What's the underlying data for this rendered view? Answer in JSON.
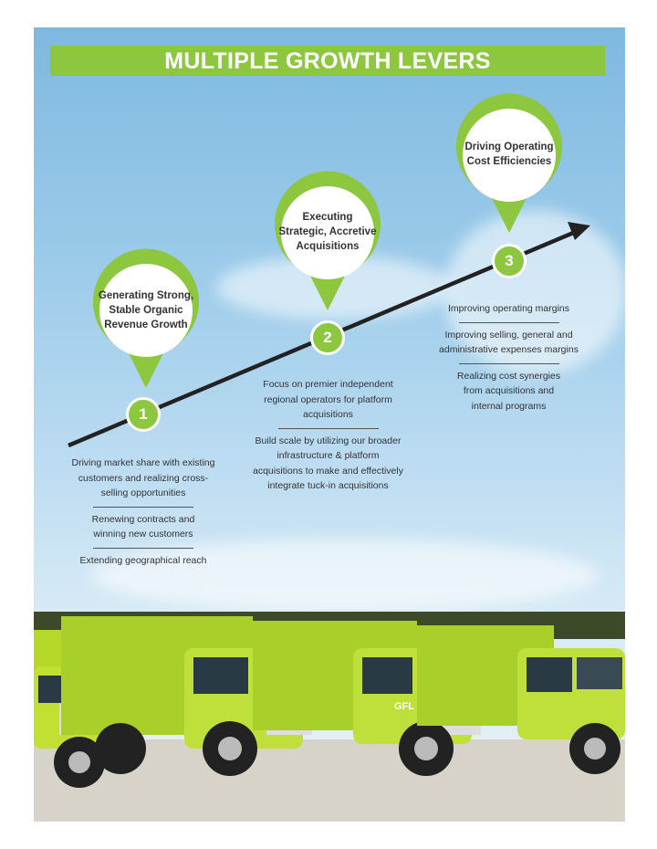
{
  "title": "MULTIPLE GROWTH LEVERS",
  "colors": {
    "accent": "#8dc63f",
    "arrow": "#222222"
  },
  "levers": [
    {
      "number": "1",
      "heading": [
        "Generating Strong,",
        "Stable Organic",
        "Revenue Growth"
      ],
      "points": [
        "Driving market share with existing customers and realizing cross-selling opportunities",
        "Renewing contracts and winning new customers",
        "Extending geographical reach"
      ]
    },
    {
      "number": "2",
      "heading": [
        "Executing",
        "Strategic, Accretive",
        "Acquisitions"
      ],
      "points": [
        "Focus on premier independent regional operators for platform acquisitions",
        "Build scale by utilizing our broader infrastructure & platform acquisitions to make and effectively integrate tuck-in acquisitions"
      ]
    },
    {
      "number": "3",
      "heading": [
        "Driving Operating",
        "Cost Efficiencies"
      ],
      "points": [
        "Improving operating margins",
        "Improving selling, general and administrative expenses margins",
        "Realizing cost synergies from acquisitions and internal programs"
      ]
    }
  ],
  "truck_logo": "GFL"
}
